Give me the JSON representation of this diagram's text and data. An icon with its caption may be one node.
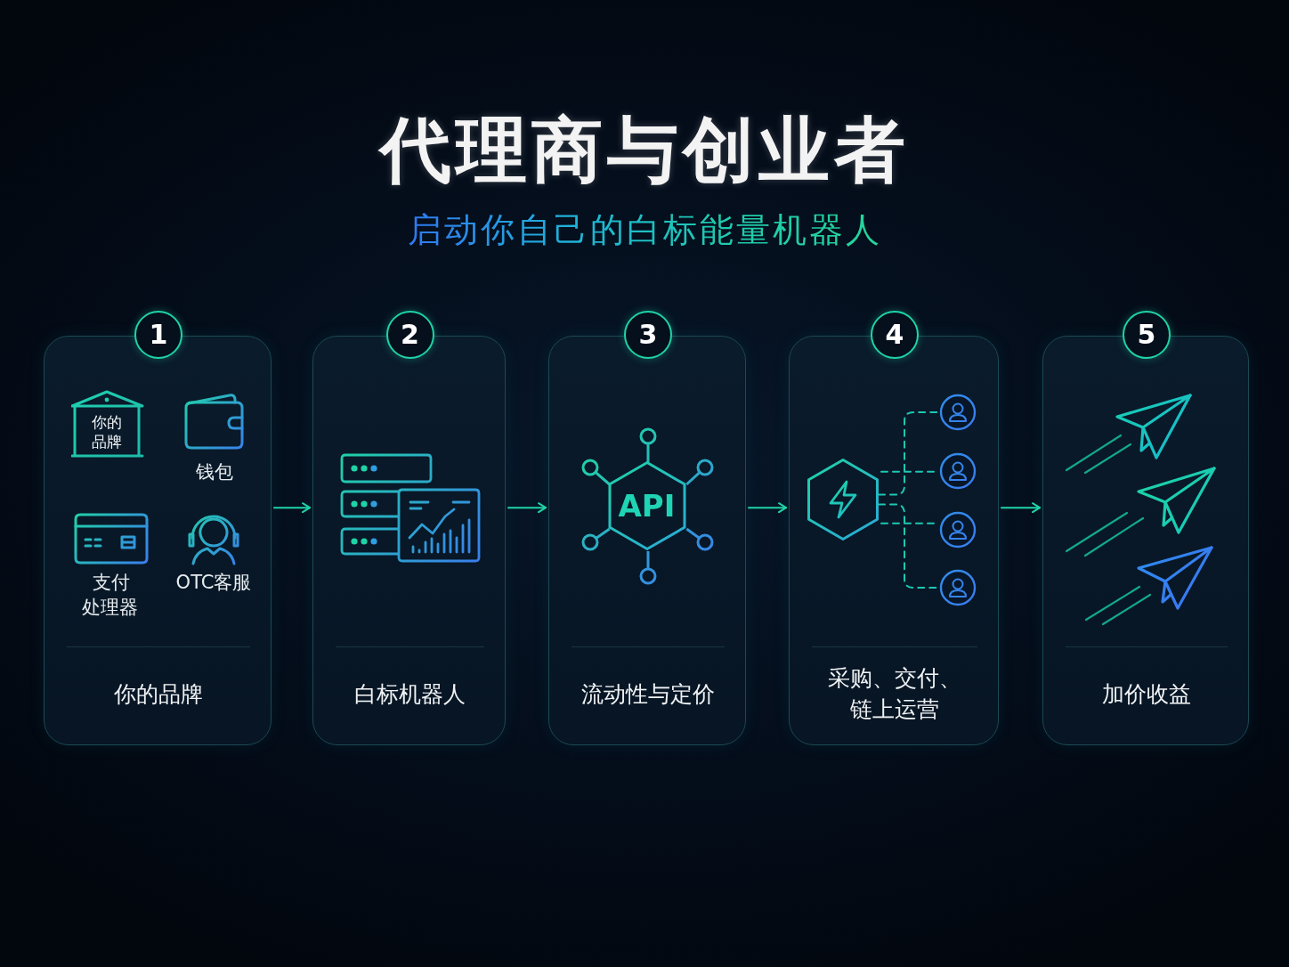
{
  "diagram": {
    "title": "代理商与创业者",
    "nodes": [
      {
        "text": [
          "1",
          "钱包",
          "支付处理器",
          "OTC客服",
          "你的品牌"
        ]
      },
      {
        "text": [
          "你的品牌"
        ],
        "in": 0
      },
      {
        "text": [
          "2",
          "白标机器人"
        ]
      },
      {
        "text": [
          "3",
          "流动性与定价"
        ]
      },
      {
        "text": [
          "API"
        ],
        "in": 3
      },
      {
        "text": [
          "4",
          "采购、交付、链上运营"
        ]
      },
      {
        "text": [],
        "shape": "hexagon",
        "in": 5
      },
      {
        "text": [],
        "shape": "person",
        "in": 5
      },
      {
        "text": [],
        "shape": "person",
        "in": 5
      },
      {
        "text": [],
        "shape": "person",
        "in": 5
      },
      {
        "text": [],
        "shape": "person",
        "in": 5
      },
      {
        "text": [
          "5",
          "加价收益"
        ]
      }
    ],
    "edges": [
      {
        "from": 0,
        "to": 2,
        "arrow": "to"
      },
      {
        "from": 2,
        "to": 3,
        "arrow": "to"
      },
      {
        "from": 3,
        "to": 5,
        "arrow": "to"
      },
      {
        "from": 5,
        "to": 11,
        "arrow": "to"
      },
      {
        "from": 6,
        "to": 7,
        "arrow": "none",
        "style": "dashed"
      },
      {
        "from": 6,
        "to": 8,
        "arrow": "none",
        "style": "dashed"
      },
      {
        "from": 6,
        "to": 9,
        "arrow": "none",
        "style": "dashed"
      },
      {
        "from": 6,
        "to": 10,
        "arrow": "none",
        "style": "dashed"
      }
    ],
    "labels": [
      "启动你自己的白标能量机器人"
    ]
  }
}
